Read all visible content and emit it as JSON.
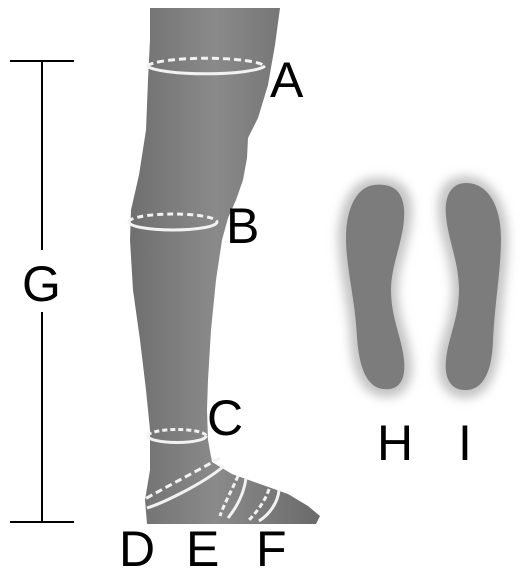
{
  "labels": {
    "a": "A",
    "b": "B",
    "c": "C",
    "d": "D",
    "e": "E",
    "f": "F",
    "g": "G",
    "h": "H",
    "i": "I"
  },
  "colors": {
    "silhouette": "#7c7c7c",
    "silhouette_glow": "#bdbdbd",
    "measure_ring": "#f2f2f2",
    "ink": "#000000",
    "background": "#ffffff"
  }
}
